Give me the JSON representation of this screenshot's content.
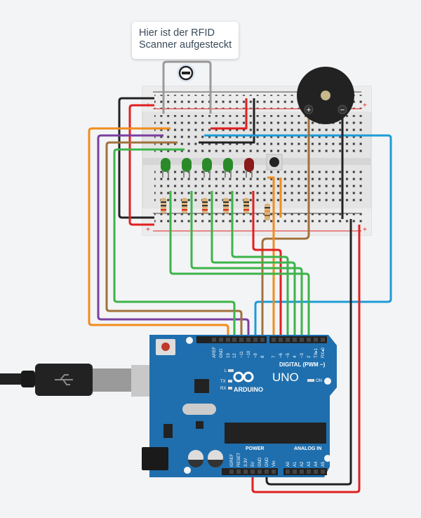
{
  "tooltip": {
    "line1": "Hier ist der RFID",
    "line2": "Scanner aufgesteckt"
  },
  "arduino": {
    "brand": "ARDUINO",
    "model": "UNO",
    "digital_label": "DIGITAL (PWM ~)",
    "power_label": "POWER",
    "analog_label": "ANALOG IN",
    "on_label": "ON",
    "l_label": "L",
    "tx_label": "TX",
    "rx_label": "RX",
    "digital_pins": [
      "AREF",
      "GND",
      "13",
      "12",
      "~11",
      "~10",
      "~9",
      "8",
      "7",
      "~6",
      "~5",
      "4",
      "~3",
      "2",
      "TX▸1",
      "RX◂0"
    ],
    "power_pins": [
      "IOREF",
      "RESET",
      "3.3V",
      "5V",
      "GND",
      "GND",
      "Vin"
    ],
    "analog_pins": [
      "A0",
      "A1",
      "A2",
      "A3",
      "A4",
      "A5"
    ]
  },
  "breadboard": {
    "plus": "+",
    "minus": "-"
  },
  "buzzer": {
    "plus": "+",
    "minus": "−"
  },
  "colors": {
    "wire_orange": "#f08c1c",
    "wire_purple": "#7b3fa0",
    "wire_brown": "#a0723c",
    "wire_green": "#3cb44a",
    "wire_blue": "#1e9bd7",
    "wire_red": "#e02020",
    "wire_black": "#222222",
    "board": "#1f6fae",
    "led_green": "#2a8a2a",
    "led_red": "#8b1a1a"
  }
}
